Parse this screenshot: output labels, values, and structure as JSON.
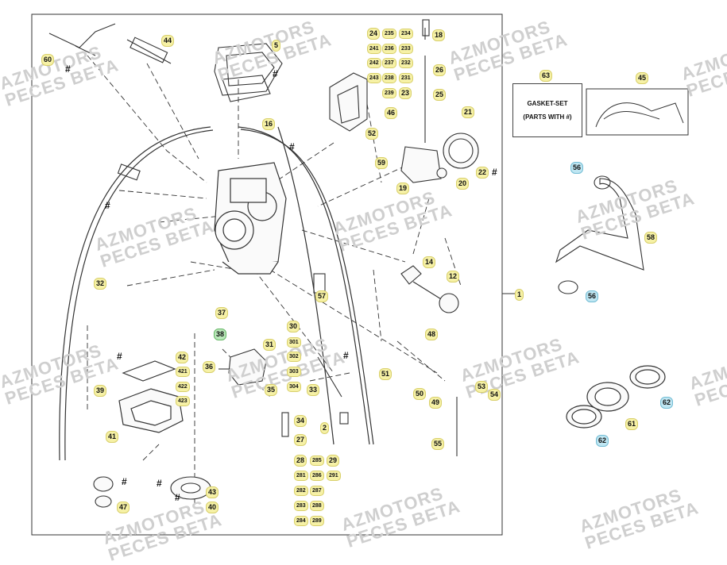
{
  "watermark": {
    "line1": "AZMOTORS",
    "line2": "PECES BETA"
  },
  "gasket_box": {
    "line1": "GASKET-SET",
    "line2": "(PARTS WITH #)"
  },
  "hash_symbol": "#",
  "colors": {
    "label_yellow": "#f6f1a6",
    "label_blue": "#bfe6f2",
    "label_green": "#b9e7b9",
    "line": "#333333"
  },
  "callouts": [
    {
      "text": "60"
    },
    {
      "text": "44"
    },
    {
      "text": "5"
    },
    {
      "text": "24"
    },
    {
      "text": "235"
    },
    {
      "text": "234"
    },
    {
      "text": "18"
    },
    {
      "text": "241"
    },
    {
      "text": "236"
    },
    {
      "text": "233"
    },
    {
      "text": "242"
    },
    {
      "text": "237"
    },
    {
      "text": "232"
    },
    {
      "text": "26"
    },
    {
      "text": "243"
    },
    {
      "text": "238"
    },
    {
      "text": "231"
    },
    {
      "text": "239"
    },
    {
      "text": "23"
    },
    {
      "text": "25"
    },
    {
      "text": "46"
    },
    {
      "text": "21"
    },
    {
      "text": "16"
    },
    {
      "text": "52"
    },
    {
      "text": "59"
    },
    {
      "text": "22"
    },
    {
      "text": "19"
    },
    {
      "text": "20"
    },
    {
      "text": "14"
    },
    {
      "text": "12"
    },
    {
      "text": "32"
    },
    {
      "text": "57"
    },
    {
      "text": "1"
    },
    {
      "text": "37"
    },
    {
      "text": "38"
    },
    {
      "text": "30"
    },
    {
      "text": "31"
    },
    {
      "text": "301"
    },
    {
      "text": "302"
    },
    {
      "text": "303"
    },
    {
      "text": "304"
    },
    {
      "text": "48"
    },
    {
      "text": "36"
    },
    {
      "text": "42"
    },
    {
      "text": "421"
    },
    {
      "text": "422"
    },
    {
      "text": "423"
    },
    {
      "text": "35"
    },
    {
      "text": "33"
    },
    {
      "text": "51"
    },
    {
      "text": "53"
    },
    {
      "text": "50"
    },
    {
      "text": "54"
    },
    {
      "text": "49"
    },
    {
      "text": "39"
    },
    {
      "text": "34"
    },
    {
      "text": "2"
    },
    {
      "text": "41"
    },
    {
      "text": "27"
    },
    {
      "text": "55"
    },
    {
      "text": "28"
    },
    {
      "text": "285"
    },
    {
      "text": "29"
    },
    {
      "text": "281"
    },
    {
      "text": "286"
    },
    {
      "text": "291"
    },
    {
      "text": "282"
    },
    {
      "text": "287"
    },
    {
      "text": "283"
    },
    {
      "text": "288"
    },
    {
      "text": "284"
    },
    {
      "text": "289"
    },
    {
      "text": "47"
    },
    {
      "text": "43"
    },
    {
      "text": "40"
    },
    {
      "text": "63"
    },
    {
      "text": "45"
    },
    {
      "text": "56"
    },
    {
      "text": "58"
    },
    {
      "text": "56"
    },
    {
      "text": "62"
    },
    {
      "text": "61"
    },
    {
      "text": "62"
    }
  ]
}
